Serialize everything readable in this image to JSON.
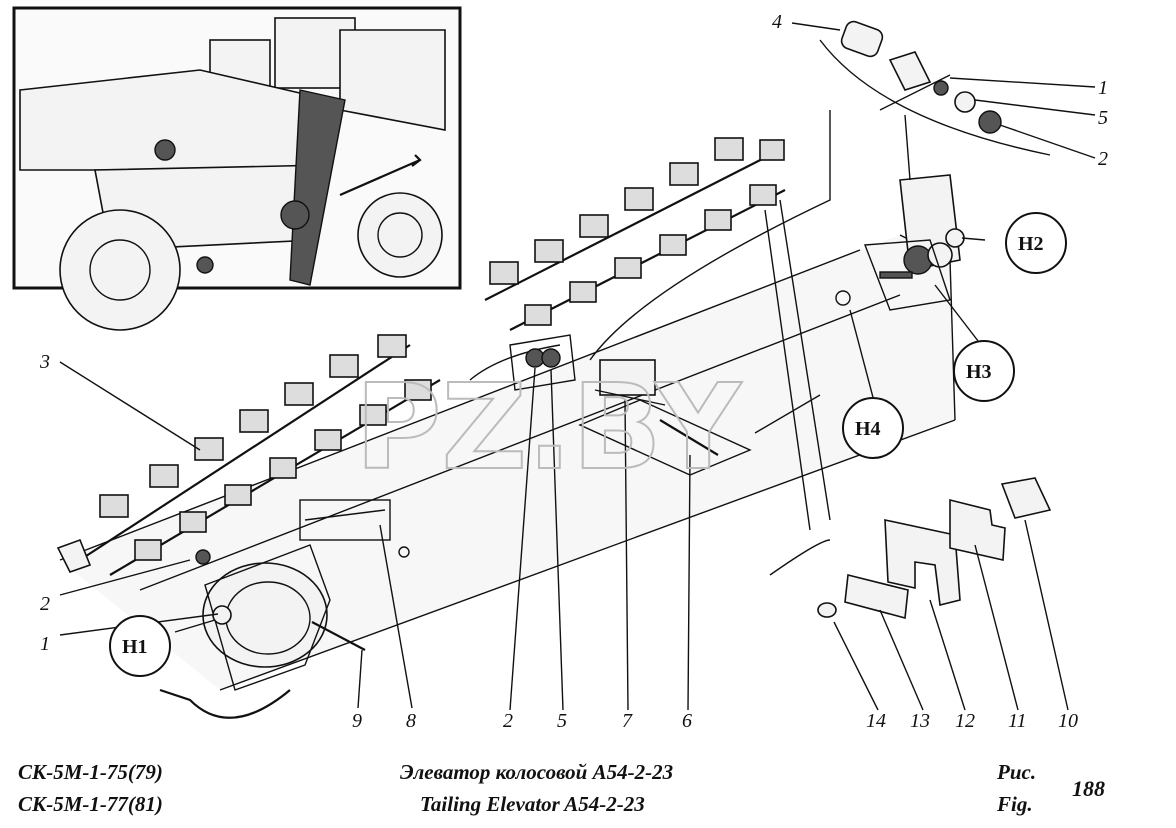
{
  "watermark": "PZ.BY",
  "callouts": {
    "h1": "H1",
    "h2": "H2",
    "h3": "H3",
    "h4": "H4"
  },
  "part_labels": {
    "l4_top": "4",
    "l1_top": "1",
    "l5_top": "5",
    "l2_top": "2",
    "l3_left": "3",
    "l2_left": "2",
    "l1_left": "1",
    "l9": "9",
    "l8": "8",
    "l2_bottom": "2",
    "l5_bottom": "5",
    "l7": "7",
    "l6": "6",
    "l14": "14",
    "l13": "13",
    "l12": "12",
    "l11": "11",
    "l10": "10"
  },
  "caption": {
    "model_line1": "СК-5М-1-75(79)",
    "model_line2": "СК-5М-1-77(81)",
    "title_ru": "Элеватор колосовой А54-2-23",
    "title_en": "Tailing Elevator A54-2-23",
    "fig_ru": "Рис.",
    "fig_en": "Fig.",
    "fig_number": "188"
  }
}
